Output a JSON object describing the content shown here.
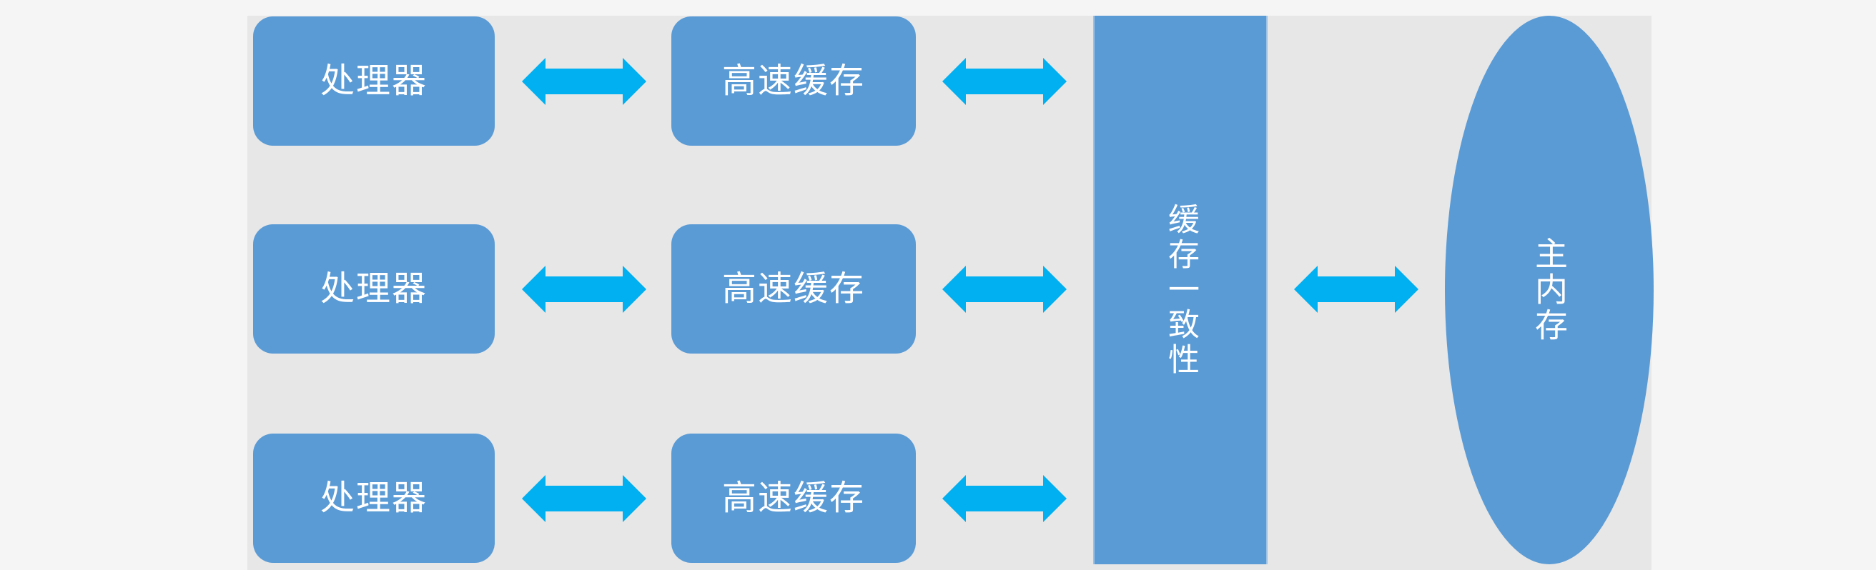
{
  "diagram": {
    "kind": "cache-coherence-architecture-diagram",
    "rows": [
      {
        "processor": "处理器",
        "cache": "高速缓存"
      },
      {
        "processor": "处理器",
        "cache": "高速缓存"
      },
      {
        "processor": "处理器",
        "cache": "高速缓存"
      }
    ],
    "coherence_label": "缓存一致性",
    "memory_label": "主内存",
    "colors": {
      "shape_fill": "#5b9bd5",
      "shape_edge": "#9cc2e5",
      "arrow": "#00b0f0",
      "label_text": "#ffffff",
      "slide_background": "#e7e7e7",
      "page_background": "#f5f5f5"
    }
  }
}
